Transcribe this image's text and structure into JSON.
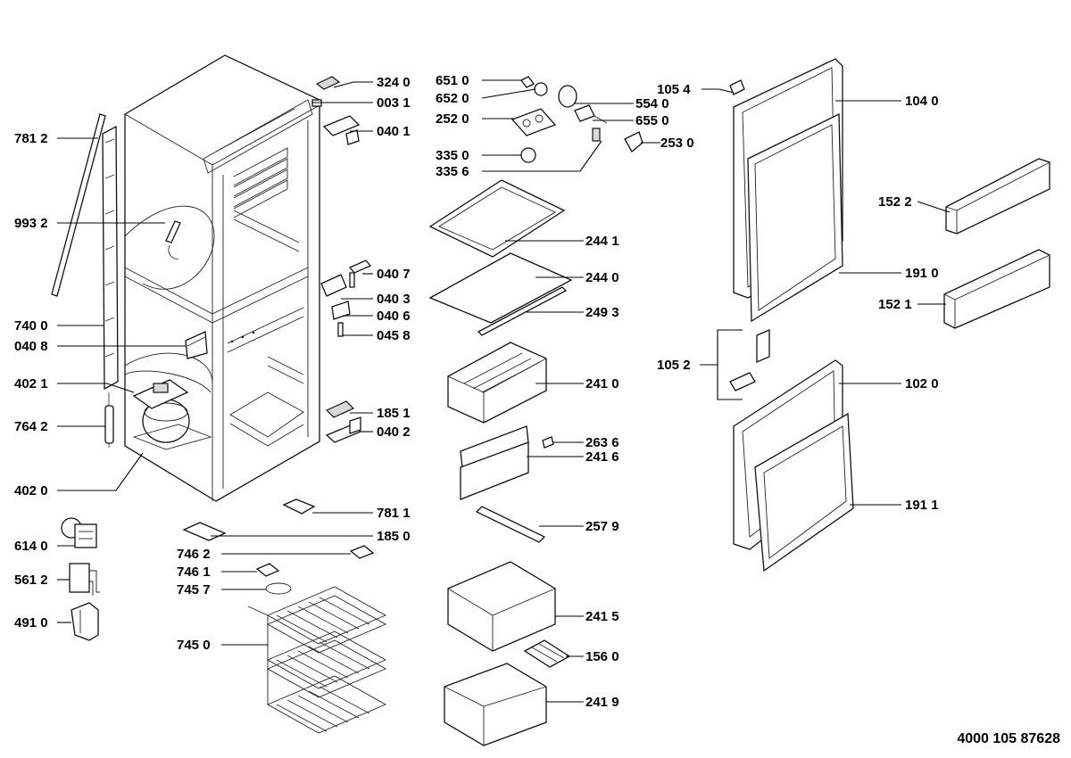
{
  "document_ref": "4000 105 87628",
  "labels": {
    "p7812": "781 2",
    "p9932": "993 2",
    "p7400": "740 0",
    "p0408": "040 8",
    "p4021": "402 1",
    "p7642": "764 2",
    "p4020": "402 0",
    "p6140": "614 0",
    "p5612": "561 2",
    "p4910": "491 0",
    "p3240": "324 0",
    "p0031": "003 1",
    "p0401": "040 1",
    "p0407": "040 7",
    "p0403": "040 3",
    "p0406": "040 6",
    "p0458": "045 8",
    "p1851": "185 1",
    "p0402": "040 2",
    "p7811": "781 1",
    "p1850": "185 0",
    "p7462": "746 2",
    "p7461": "746 1",
    "p7457": "745 7",
    "p7450": "745 0",
    "p6510": "651 0",
    "p6520": "652 0",
    "p2520": "252 0",
    "p3350": "335 0",
    "p3356": "335 6",
    "p5540": "554 0",
    "p6550": "655 0",
    "p2530": "253 0",
    "p2441": "244 1",
    "p2440": "244 0",
    "p2493": "249 3",
    "p2410": "241 0",
    "p2636": "263 6",
    "p2416": "241 6",
    "p2579": "257 9",
    "p2415": "241 5",
    "p1560": "156 0",
    "p2419": "241 9",
    "p1054": "105 4",
    "p1040": "104 0",
    "p1522": "152 2",
    "p1910": "191 0",
    "p1521": "152 1",
    "p1052": "105 2",
    "p1020": "102 0",
    "p1911": "191 1"
  }
}
